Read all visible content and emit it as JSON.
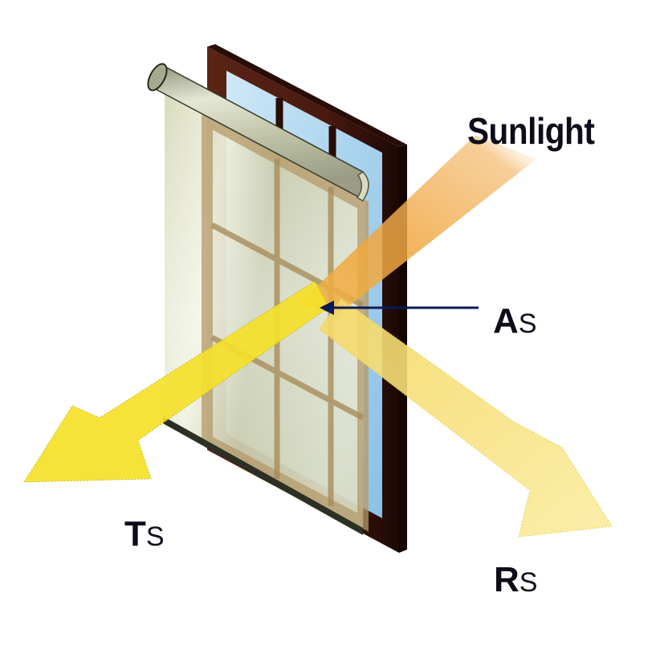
{
  "diagram": {
    "title": "Solar energy through window with shade",
    "labels": {
      "sunlight": "Sunlight",
      "absorbed": {
        "main": "A",
        "sub": "S"
      },
      "transmitted": {
        "main": "T",
        "sub": "S"
      },
      "reflected": {
        "main": "R",
        "sub": "S"
      }
    },
    "components": [
      "window-frame",
      "window-glass",
      "window-muntins",
      "roller-shade-tube",
      "shade-fabric",
      "sunlight-beam",
      "transmitted-arrow",
      "reflected-arrow",
      "absorbed-pointer"
    ],
    "colors": {
      "frame": "#4a1a10",
      "glass": "#a9d3ee",
      "shade": "#c9ccaa",
      "roller": "#c8cbb0",
      "sunlight_beam": "#f0a640",
      "transmitted_arrow": "#f5e12a",
      "reflected_arrow": "#f7e57a",
      "pointer": "#0b1a55",
      "text": "#0d0d1a"
    }
  }
}
